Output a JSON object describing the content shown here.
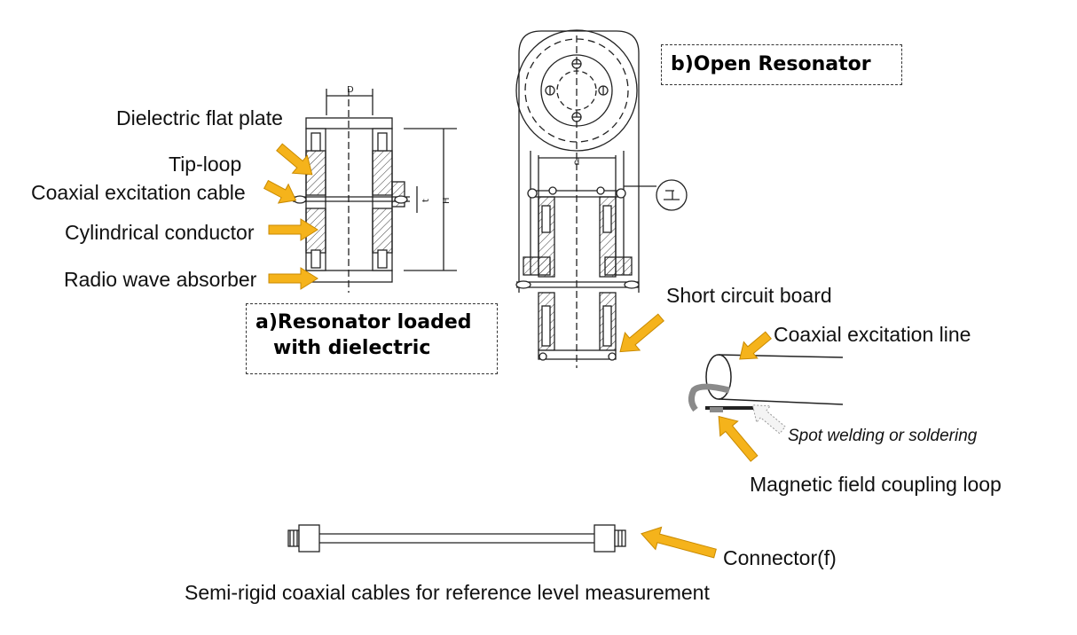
{
  "labels": {
    "dielectric_flat_plate": "Dielectric flat plate",
    "tip_loop": "Tip-loop",
    "coaxial_excitation_cable": "Coaxial excitation cable",
    "cylindrical_conductor": "Cylindrical conductor",
    "radio_wave_absorber": "Radio wave absorber",
    "short_circuit_board": "Short circuit board",
    "coaxial_excitation_line": "Coaxial excitation line",
    "spot_welding": "Spot welding or soldering",
    "magnetic_field_coupling_loop": "Magnetic field coupling loop",
    "connector": "Connector(f)",
    "semi_rigid_caption": "Semi-rigid coaxial cables for reference level measurement"
  },
  "boxes": {
    "resonator_loaded_line1": "a)Resonator loaded",
    "resonator_loaded_line2": "with dielectric",
    "open_resonator": "b)Open Resonator"
  },
  "dimension_marks": {
    "diameter_a": "D",
    "diameter_b": "d",
    "height": "H",
    "gap": "t"
  },
  "colors": {
    "arrow": "#F5B31B",
    "arrow_outline": "#C98A00",
    "line": "#222222",
    "loop_gray": "#8a8a8a"
  }
}
